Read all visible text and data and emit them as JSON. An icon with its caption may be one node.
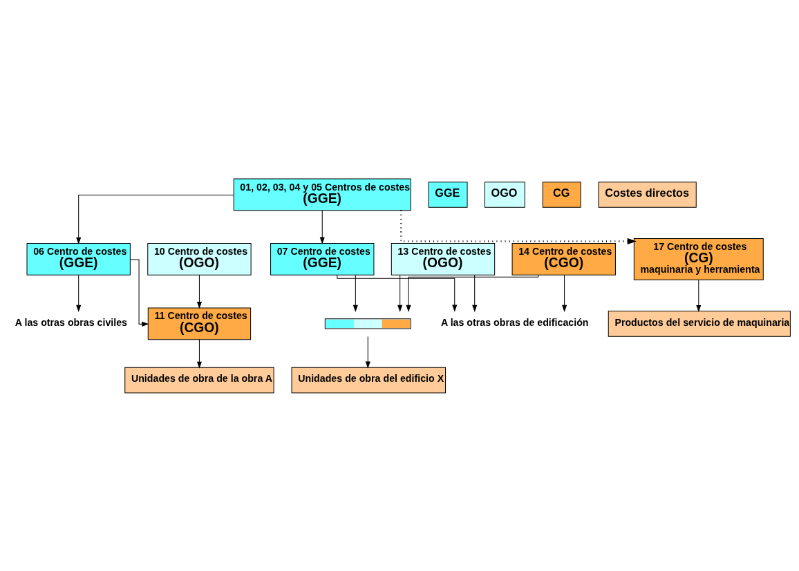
{
  "diagram": {
    "nodes": [
      {
        "text": [
          "01, 02, 03, 04 y 05 Centros de costes",
          "(GGE)"
        ]
      },
      {
        "text": [
          "06 Centro de costes",
          "(GGE)"
        ]
      },
      {
        "text": [
          "10 Centro de costes",
          "(OGO)"
        ]
      },
      {
        "text": [
          "07 Centro de costes",
          "(GGE)"
        ]
      },
      {
        "text": [
          "13 Centro de costes",
          "(OGO)"
        ]
      },
      {
        "text": [
          "14 Centro de costes",
          "(CGO)"
        ]
      },
      {
        "text": [
          "17 Centro de costes",
          "(CG)",
          "maquinaria y herramienta"
        ]
      },
      {
        "text": [
          "A las otras obras civiles"
        ]
      },
      {
        "text": [
          "11 Centro de costes",
          "(CGO)"
        ]
      },
      {
        "text": [
          "A las otras obras de edificación"
        ]
      },
      {
        "text": [],
        "shape": "bar"
      },
      {
        "text": [
          "Unidades de obra de la obra A"
        ]
      },
      {
        "text": [
          "Unidades de obra del edificio X"
        ]
      },
      {
        "text": [
          "Productos del servicio de maquinaria"
        ]
      }
    ],
    "edges": [
      {
        "from": 0,
        "to": 1,
        "arrow": "to"
      },
      {
        "from": 0,
        "to": 3,
        "arrow": "to"
      },
      {
        "from": 0,
        "to": 6,
        "arrow": "to",
        "style": "dashed"
      },
      {
        "from": 1,
        "to": 7,
        "arrow": "to"
      },
      {
        "from": 1,
        "to": 8,
        "arrow": "to"
      },
      {
        "from": 2,
        "to": 8,
        "arrow": "to"
      },
      {
        "from": 3,
        "to": 9,
        "arrow": "to"
      },
      {
        "from": 3,
        "to": 10,
        "arrow": "to"
      },
      {
        "from": 4,
        "to": 9,
        "arrow": "to"
      },
      {
        "from": 4,
        "to": 10,
        "arrow": "to"
      },
      {
        "from": 5,
        "to": 9,
        "arrow": "to"
      },
      {
        "from": 5,
        "to": 10,
        "arrow": "to"
      },
      {
        "from": 8,
        "to": 11,
        "arrow": "to"
      },
      {
        "from": 10,
        "to": 12,
        "arrow": "to"
      },
      {
        "from": 6,
        "to": 13,
        "arrow": "to"
      }
    ],
    "legend": [
      {
        "text": "GGE",
        "color": "#66ffff"
      },
      {
        "text": "OGO",
        "color": "#ccffff"
      },
      {
        "text": "CG",
        "color": "#ffaa44"
      },
      {
        "text": "Costes directos",
        "color": "#ffcc99"
      }
    ]
  }
}
